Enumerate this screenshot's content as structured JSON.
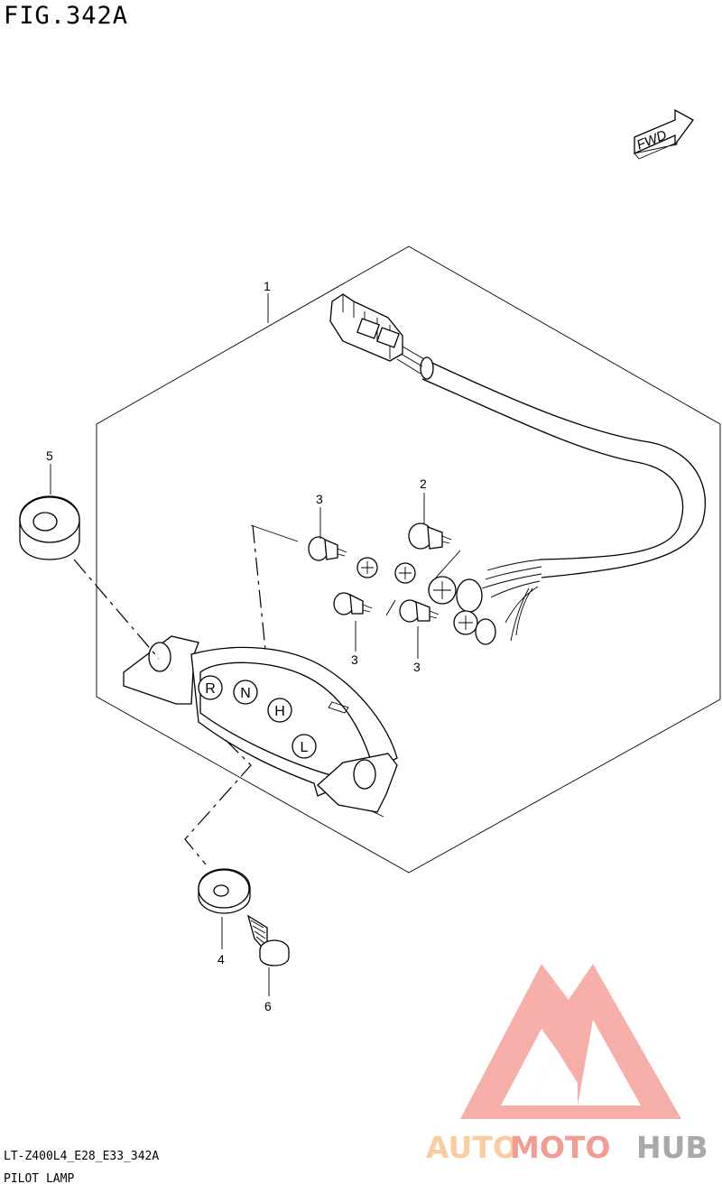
{
  "figure": {
    "title": "FIG.342A",
    "code": "LT-Z400L4_E28_E33_342A",
    "caption": "PILOT LAMP",
    "direction_marker": "FWD"
  },
  "callouts": [
    {
      "id": "c1",
      "label": "1"
    },
    {
      "id": "c2",
      "label": "2"
    },
    {
      "id": "c3a",
      "label": "3"
    },
    {
      "id": "c3b",
      "label": "3"
    },
    {
      "id": "c3c",
      "label": "3"
    },
    {
      "id": "c4",
      "label": "4"
    },
    {
      "id": "c5",
      "label": "5"
    },
    {
      "id": "c6",
      "label": "6"
    }
  ],
  "indicator_symbols": [
    "R",
    "N",
    "H",
    "L"
  ],
  "watermark": {
    "text_a": "AUTO",
    "text_b": "MOTO",
    "text_c": "HUB",
    "colors": {
      "a": "#f9c58f",
      "b": "#f28b82",
      "c": "#9b9b9b",
      "logo": "#f4a19a"
    }
  }
}
